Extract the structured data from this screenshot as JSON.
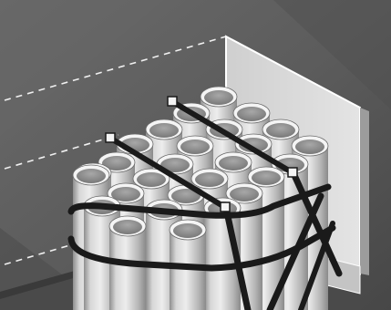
{
  "scene": {
    "subject": "cylinder-bundle-strapped-on-pallet",
    "colors": {
      "background": "#5a5a5a",
      "background_light": "#6e6e6e",
      "floor": "#4a4a4a",
      "wall_panel": "#d6d6d6",
      "wall_edge": "#ffffff",
      "cylinder_body": "#c9c9c9",
      "cylinder_shade": "#9a9a9a",
      "cylinder_top_rim": "#f4f4f4",
      "cylinder_top_inner": "#8f8f8f",
      "strap": "#1a1a1a",
      "dashed_outline": "#f0f0f0"
    },
    "counts": {
      "cylinders_visible": 25,
      "horizontal_bands": 2,
      "diagonal_straps": 2
    }
  }
}
